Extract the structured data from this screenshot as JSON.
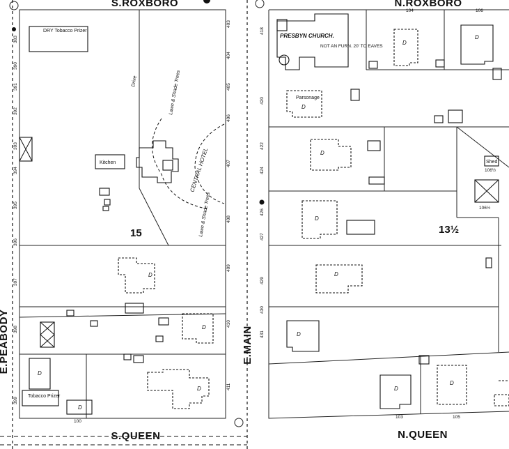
{
  "map": {
    "streets": {
      "top_left": "S.ROXBORO",
      "top_right": "N.ROXBORO",
      "bottom_left": "S.QUEEN",
      "bottom_right": "N.QUEEN",
      "left_vertical": "E.PEABODY",
      "middle_vertical": "E.MAIN"
    },
    "blocks": {
      "left": "15",
      "right": "13½"
    },
    "labels": {
      "dry_tobacco_prizer": "DRY Tobacco Prizer",
      "central_hotel": "CENTRAL HOTEL",
      "kitchen": "Kitchen",
      "presbyn_church": "PRESBYN CHURCH.",
      "church_note": "NOT AN FURN. 20' TO EAVES",
      "parsonage": "Parsonage",
      "tobacco_prizer": "Tobacco Prizer",
      "shed": "Shed",
      "drive": "Drive",
      "lawn_trees_upper": "Lawn & Shade Trees",
      "lawn_trees_lower": "Lawn & Shade Trees",
      "dwelling": "D"
    },
    "house_numbers": {
      "left_west": [
        "383",
        "390",
        "391",
        "392",
        "393",
        "394",
        "395",
        "396",
        "397",
        "398",
        "399"
      ],
      "left_east": [
        "403",
        "404",
        "405",
        "406",
        "407",
        "408",
        "409",
        "410",
        "411"
      ],
      "right_west": [
        "418",
        "420",
        "422",
        "424",
        "426",
        "427",
        "429",
        "430",
        "431"
      ],
      "top_right": [
        "104",
        "106"
      ],
      "bottom_right": [
        "103",
        "105"
      ],
      "bottom_left": [
        "100"
      ],
      "shed_no": "106½",
      "lot_no": "106½"
    }
  }
}
